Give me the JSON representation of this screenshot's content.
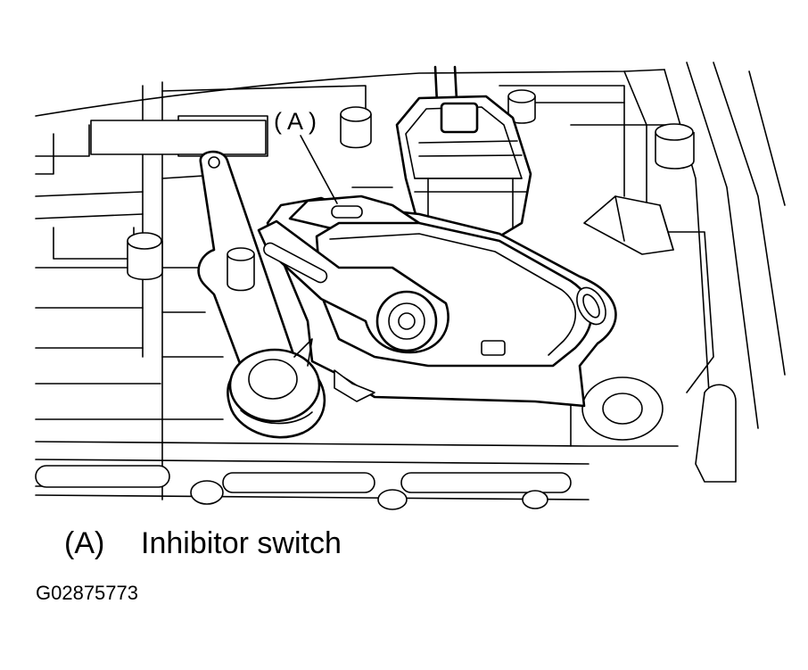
{
  "callout": {
    "label": "( A )"
  },
  "legend": [
    {
      "key": "(A)",
      "description": "Inhibitor switch"
    }
  ],
  "figure_id": "G02875773",
  "colors": {
    "ink": "#000000",
    "paper": "#ffffff"
  }
}
